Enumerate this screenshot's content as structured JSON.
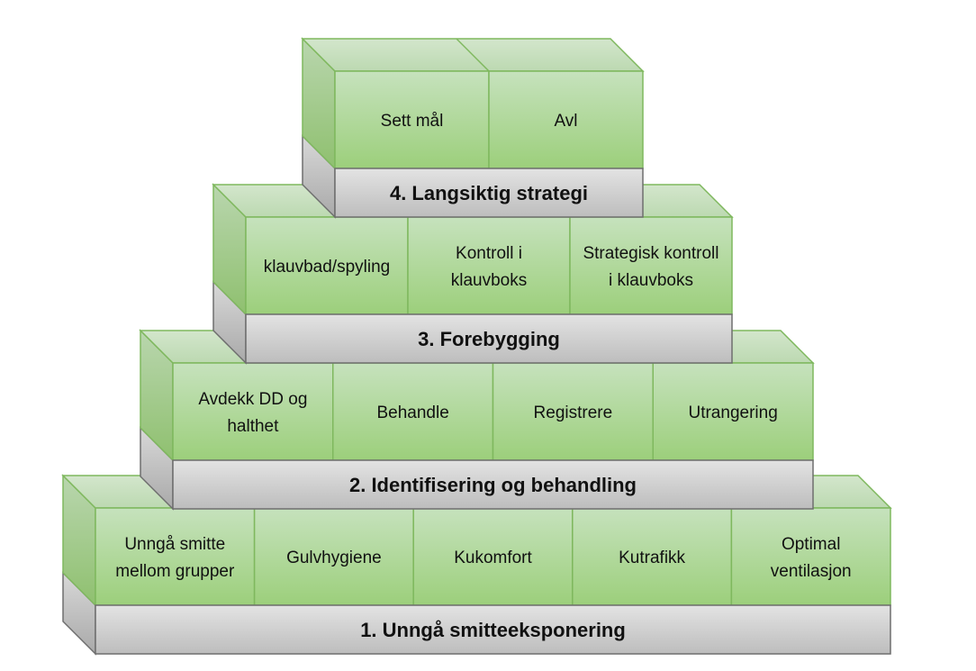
{
  "title": "",
  "levels": [
    {
      "label": "1. Unngå smitteeksponering",
      "cells": [
        [
          "Unngå smitte",
          "mellom grupper"
        ],
        [
          "Gulvhygiene"
        ],
        [
          "Kukomfort"
        ],
        [
          "Kutrafikk"
        ],
        [
          "Optimal",
          "ventilasjon"
        ]
      ]
    },
    {
      "label": "2. Identifisering og behandling",
      "cells": [
        [
          "Avdekk DD og",
          "halthet"
        ],
        [
          "Behandle"
        ],
        [
          "Registrere"
        ],
        [
          "Utrangering"
        ]
      ]
    },
    {
      "label": "3. Forebygging",
      "cells": [
        [
          "klauvbad/spyling"
        ],
        [
          "Kontroll i",
          "klauvboks"
        ],
        [
          "Strategisk kontroll",
          "i klauvboks"
        ]
      ]
    },
    {
      "label": "4. Langsiktig strategi",
      "cells": [
        [
          "Sett mål"
        ],
        [
          "Avl"
        ]
      ]
    }
  ],
  "colors": {
    "green_top": "#c6e2bd",
    "green_bottom": "#9ccf7b",
    "green_border": "#7fb85e",
    "gray_top": "#e3e3e3",
    "gray_bottom": "#bdbdbd",
    "gray_border": "#6e6e6e"
  }
}
